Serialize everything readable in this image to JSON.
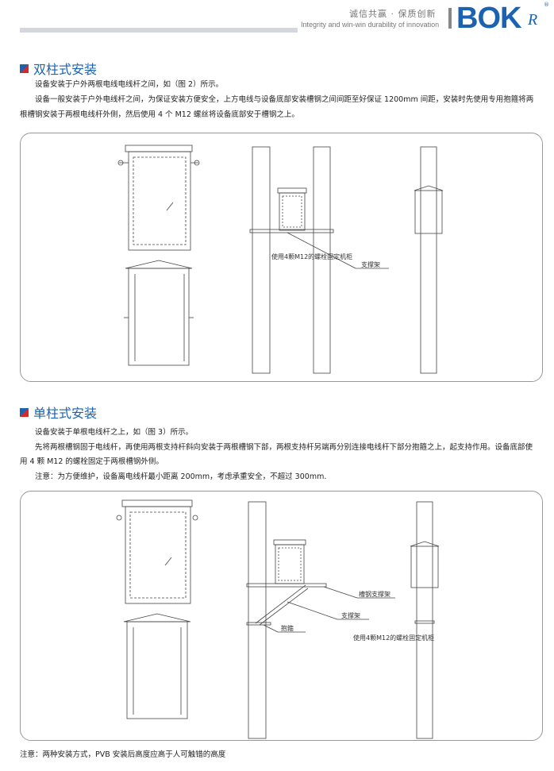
{
  "header": {
    "slogan_cn": "诚信共赢 · 保质创新",
    "slogan_en": "Integrity and win-win  durability of innovation",
    "logo_text": "BOK",
    "logo_mark": "R"
  },
  "section1": {
    "title": "双柱式安装",
    "paragraphs": [
      "设备安装于户外两根电线电线杆之间，如（图 2）所示。",
      "设备一般安装于户外电线杆之间，为保证安装方便安全，上方电线与设备底部安装槽钢之间间距至好保证 1200mm 间距，安装时先使用专用抱箍将两根槽钢安装于两根电线杆外侧，然后使用 4 个 M12 螺丝将设备底部安于槽钢之上。"
    ],
    "figure": {
      "label_bolt": "使用4颗M12的螺栓固定机柜",
      "label_support": "支撑架"
    }
  },
  "section2": {
    "title": "单柱式安装",
    "paragraphs": [
      "设备安装于单根电线杆之上，如（图 3）所示。",
      "先将两根槽钢固于电线杆，再使用两根支持杆斜向安装于两根槽钢下部，两根支持杆另端再分别连接电线杆下部分抱箍之上，起支持作用。设备底部使用 4 颗 M12 的螺栓固定于两根槽钢外侧。",
      "注意：为方便维护，设备离电线杆最小距离 200mm，考虑承重安全，不超过 300mm."
    ],
    "figure": {
      "label_channel": "槽钢支撑架",
      "label_support": "支撑架",
      "label_hoop": "抱箍",
      "label_bolt": "使用4颗M12的螺栓固定机柜"
    }
  },
  "footer": {
    "note": "注意：两种安装方式，PVB 安装后高度应高于人可触错的高度"
  }
}
